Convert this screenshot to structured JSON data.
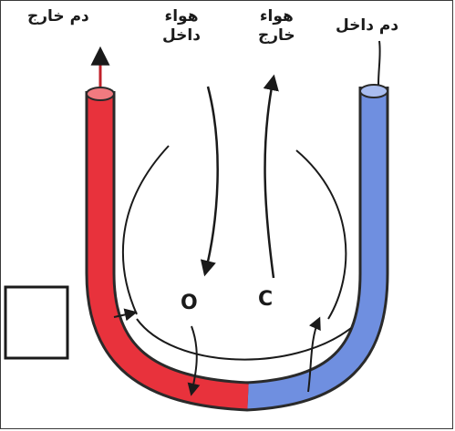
{
  "labels": {
    "blood_out": "دم خارج",
    "air_in_line1": "هواء",
    "air_in_line2": "داخل",
    "air_out_line1": "هواء",
    "air_out_line2": "خارج",
    "blood_in": "دم داخل"
  },
  "marks": {
    "left": "O",
    "right": "C"
  },
  "colors": {
    "oxygenated_blood": "#e8323c",
    "deoxygenated_blood": "#6f8fe0",
    "ink": "#1a1a1a"
  },
  "icons": [
    "arrow-up-icon",
    "arrow-down-icon",
    "curved-arrow-icon"
  ]
}
